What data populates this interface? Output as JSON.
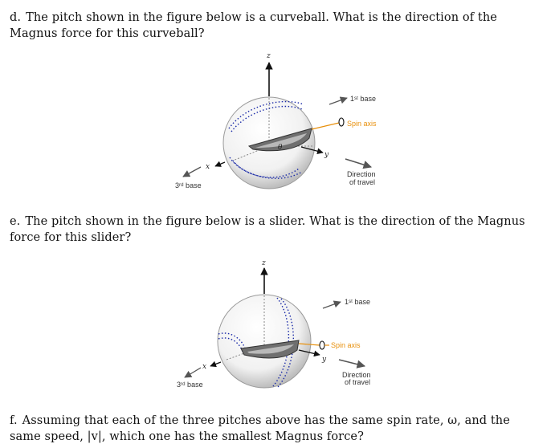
{
  "questions": {
    "d": {
      "label": "d.",
      "text": "The pitch shown in the figure below is a curveball. What is the direction of the Magnus force for this curveball?"
    },
    "e": {
      "label": "e.",
      "text": "The pitch shown in the figure below is a slider. What is the direction of the Magnus force for this slider?"
    },
    "f": {
      "label": "f.",
      "text": "Assuming that each of the three pitches above has the same spin rate, ω, and the same speed, |v|, which one has the smallest Magnus force?"
    }
  },
  "figure_curveball": {
    "axis_z": "z",
    "axis_x": "x",
    "axis_y": "y",
    "first_base": "1ˢᵗ base",
    "third_base": "3ʳᵈ base",
    "spin_axis": "Spin axis",
    "direction_line1": "Direction",
    "direction_line2": "of travel",
    "theta": "θ"
  },
  "figure_slider": {
    "axis_z": "z",
    "axis_x": "x",
    "axis_y": "y",
    "first_base": "1ˢᵗ base",
    "third_base": "3ʳᵈ base",
    "spin_axis": "Spin axis",
    "direction_line1": "Direction",
    "direction_line2": "of travel"
  },
  "colors": {
    "stitch": "#1a2aa8",
    "spin_axis": "#e8900c",
    "ball_edge": "#9a9a9a",
    "axis": "#111111"
  }
}
